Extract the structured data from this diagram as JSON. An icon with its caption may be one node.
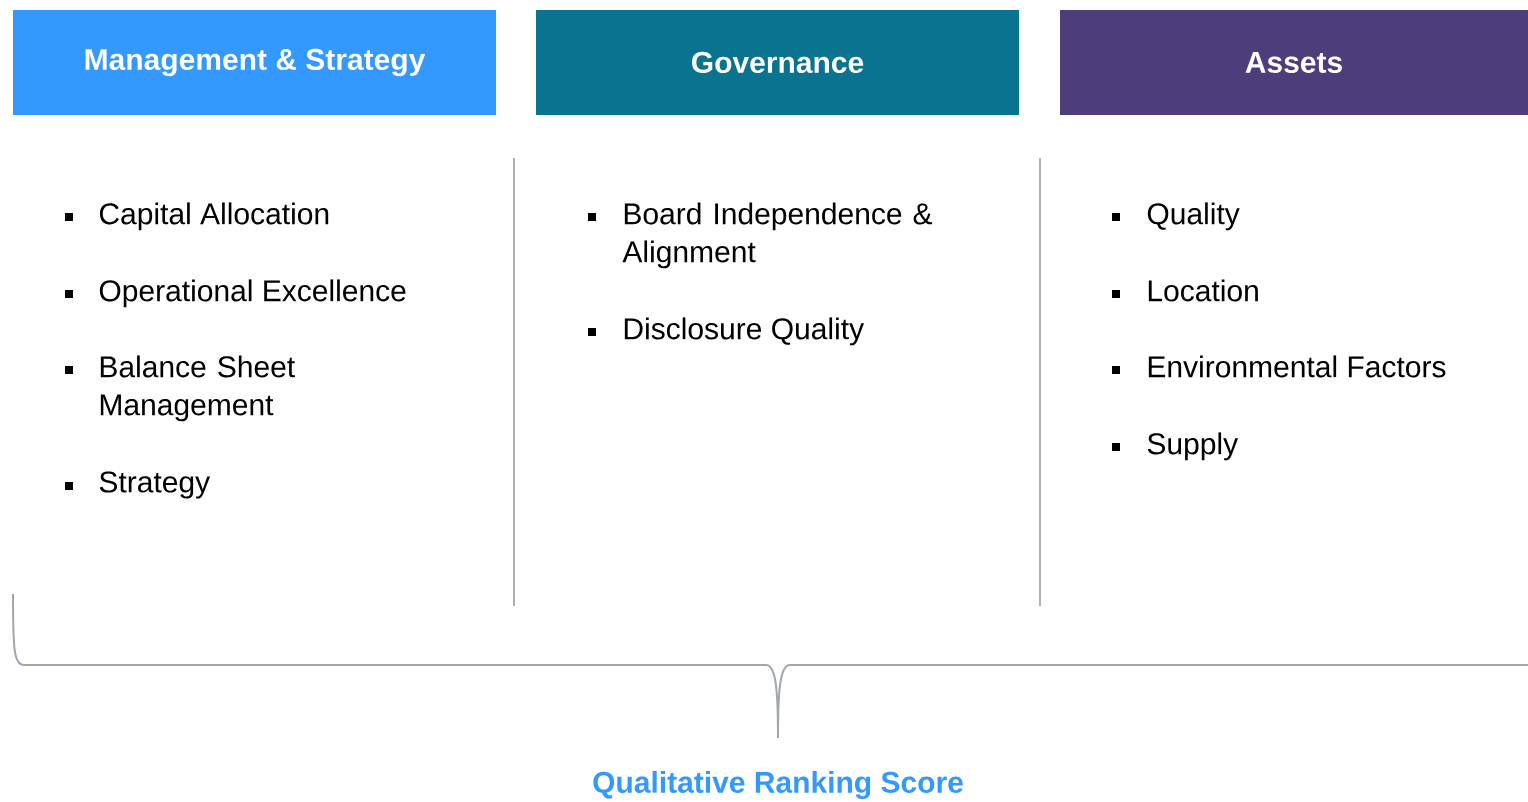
{
  "diagram": {
    "nodes": [
      {
        "text": [
          "Management & Strategy"
        ]
      },
      {
        "text": [
          "Governance"
        ]
      },
      {
        "text": [
          "Assets"
        ]
      }
    ],
    "labels": [
      "Capital Allocation",
      "Operational Excellence",
      "Balance Sheet Management",
      "Strategy",
      "Board Independence & Alignment",
      "Disclosure Quality",
      "Quality",
      "Location",
      "Environmental Factors",
      "Supply",
      "Qualitative Ranking Score"
    ]
  }
}
